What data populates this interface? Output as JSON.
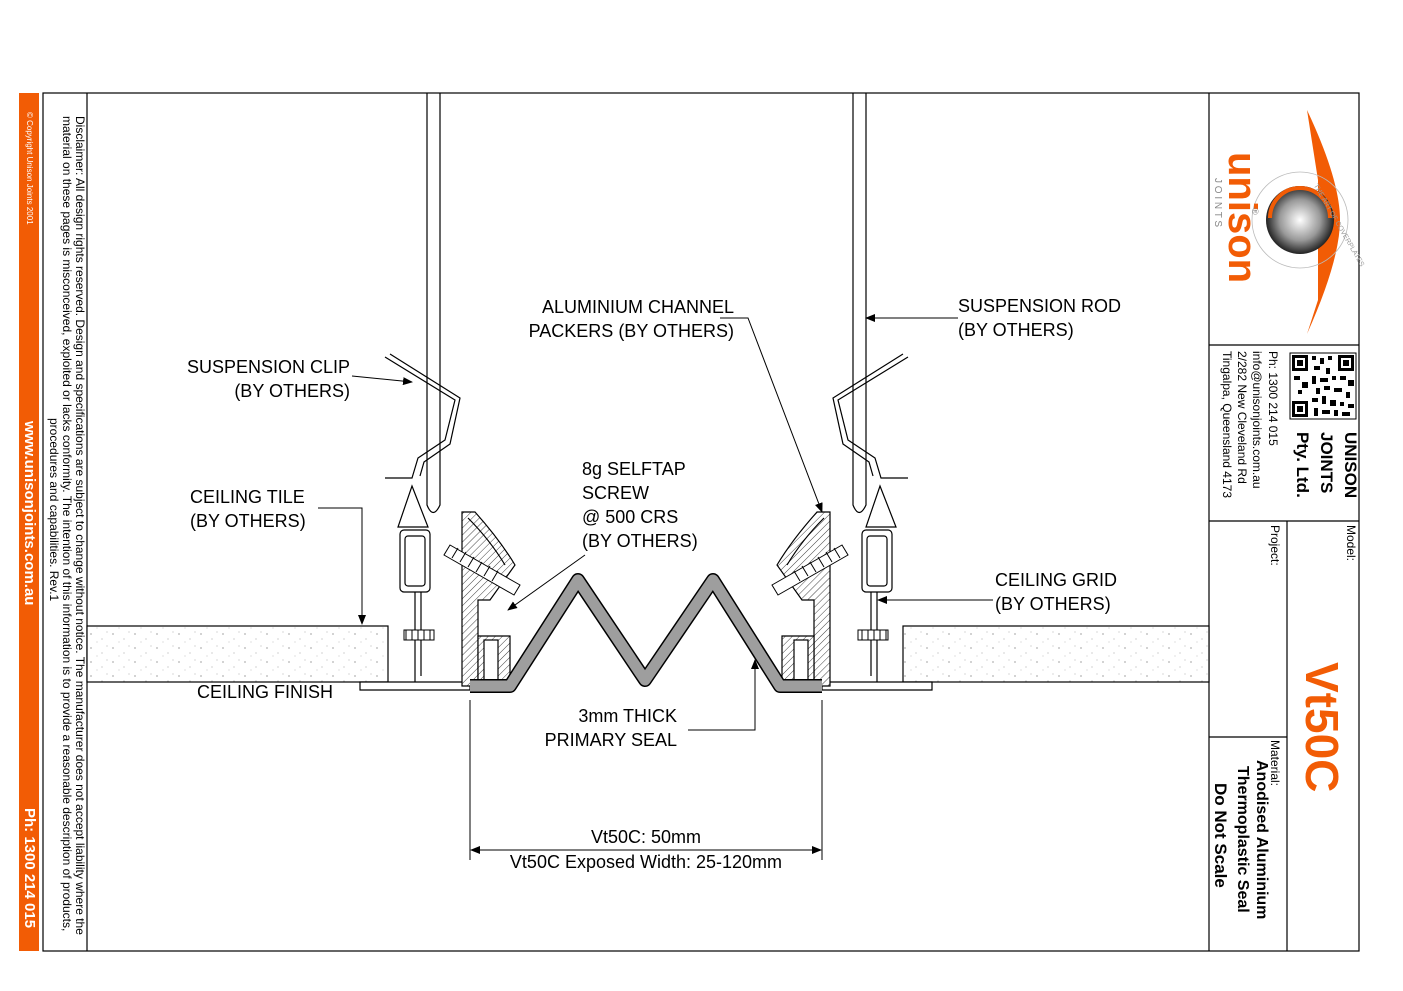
{
  "sidebar": {
    "copyright": "© Copyright Unison Joints 2001",
    "website": "www.unisonjoints.com.au",
    "phone": "Ph: 1300 214 015",
    "disclaimer_line1": "Disclaimer: All design rights reserved. Design and specifications are subject to change without notice. The manufacturer does not accept liability where the",
    "disclaimer_line2": "material on these pages is misconceived, exploited or lacks conformity. The intention of this information is to provide a reasonable description of products,",
    "disclaimer_line3": "procedures and capabilities. Rev.1",
    "stripe_color": "#f25c05"
  },
  "labels": {
    "suspension_clip": [
      "SUSPENSION CLIP",
      "(BY OTHERS)"
    ],
    "ceiling_tile": [
      "CEILING TILE",
      "(BY OTHERS)"
    ],
    "ceiling_finish": "CEILING FINISH",
    "aluminium_channel": [
      "ALUMINIUM CHANNEL",
      "PACKERS (BY OTHERS)"
    ],
    "selftap_screw": [
      "8g SELFTAP",
      "SCREW",
      "@ 500 CRS",
      "(BY OTHERS)"
    ],
    "suspension_rod": [
      "SUSPENSION ROD",
      "(BY OTHERS)"
    ],
    "ceiling_grid": [
      "CEILING GRID",
      "(BY OTHERS)"
    ],
    "primary_seal": [
      "3mm THICK",
      "PRIMARY SEAL"
    ],
    "dimension_width": "Vt50C: 50mm",
    "dimension_exposed": "Vt50C Exposed Width: 25-120mm"
  },
  "title_block": {
    "brand": "unison",
    "brand_sub": "J O I N T S",
    "registered": "®",
    "tagline": "THE ART OF COVERPLATES",
    "company_line1": "UNISON",
    "company_line2": "JOINTS",
    "company_line3": "Pty. Ltd.",
    "contact_phone": "Ph: 1300 214 015",
    "contact_email": "info@unisonjoints.com.au",
    "contact_address1": "2/282 New Cleveland Rd",
    "contact_address2": "Tingalpa, Queensland 4173",
    "model_label": "Model:",
    "project_label": "Project:",
    "model": "Vt50C",
    "material_label": "Material:",
    "material_line1": "Anodised Aluminium",
    "material_line2": "Thermoplastic Seal",
    "note": "Do Not Scale",
    "accent_color": "#f25c05"
  }
}
